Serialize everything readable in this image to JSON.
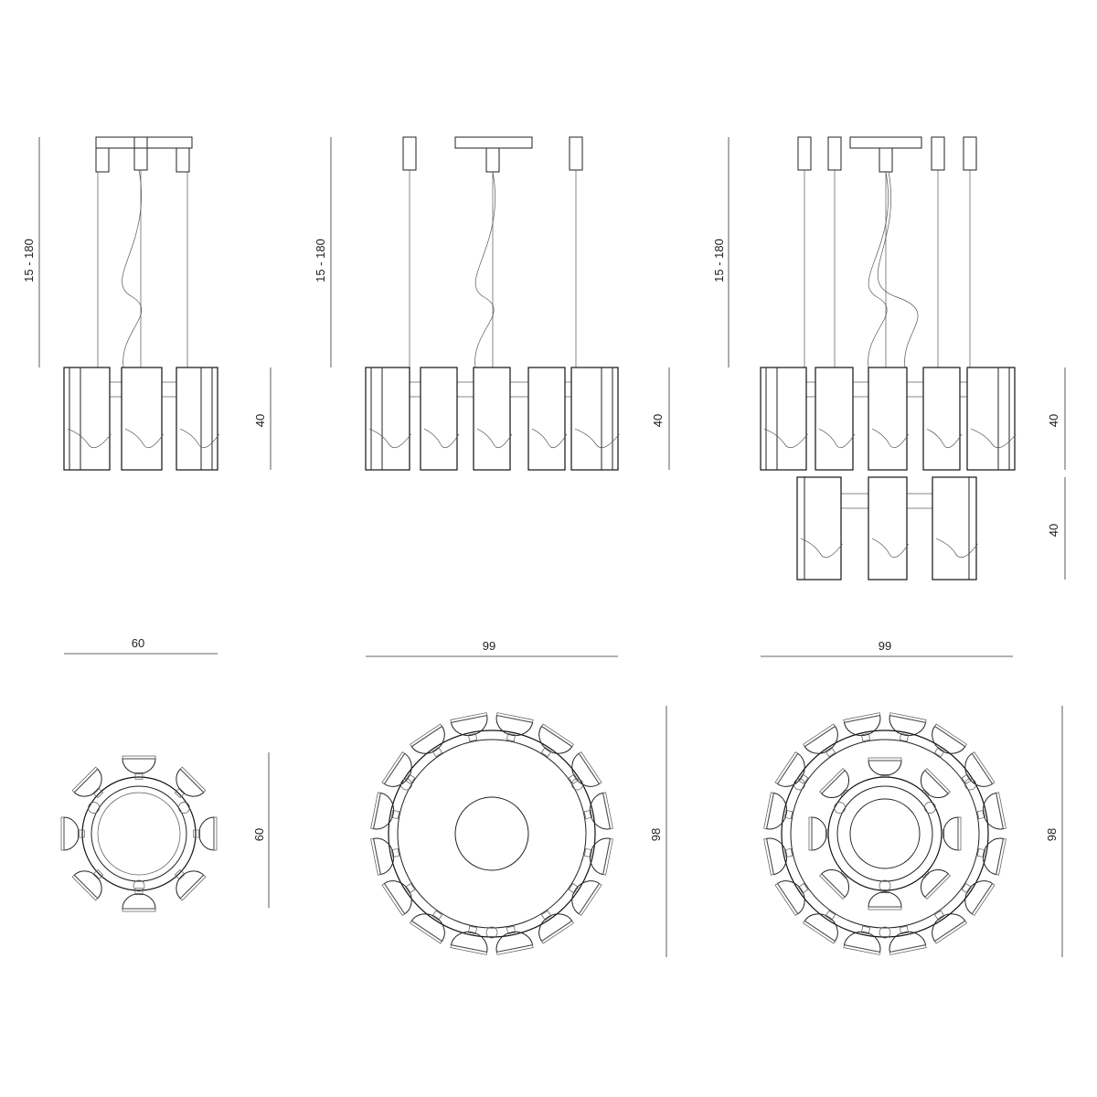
{
  "elevations": [
    {
      "name": "3-light",
      "height_label": "15 - 180",
      "shade_labels": [
        "40"
      ]
    },
    {
      "name": "5-light",
      "height_label": "15 - 180",
      "shade_labels": [
        "40"
      ]
    },
    {
      "name": "8-light",
      "height_label": "15 - 180",
      "shade_labels": [
        "40",
        "40"
      ]
    }
  ],
  "plans": [
    {
      "width_label": "60",
      "depth_label": "60",
      "cups": 8
    },
    {
      "width_label": "99",
      "depth_label": "98",
      "cups": 16
    },
    {
      "width_label": "99",
      "depth_label": "98",
      "cups_outer": 16,
      "cups_inner": 8
    }
  ],
  "colors": {
    "line": "#222222",
    "background": "#ffffff"
  }
}
